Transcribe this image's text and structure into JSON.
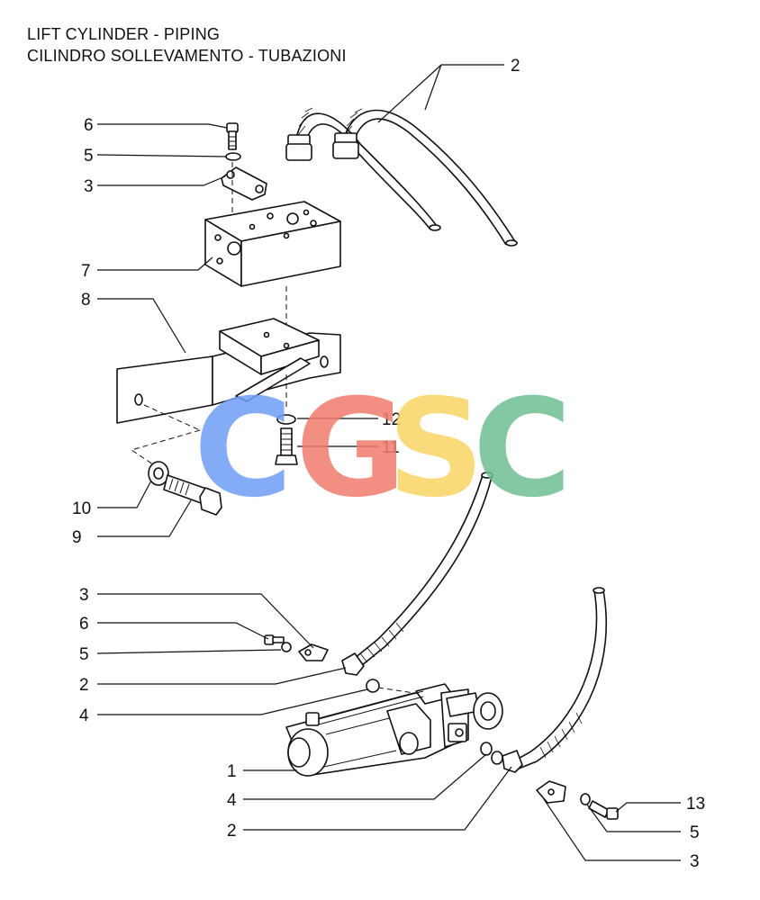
{
  "title": {
    "line1": "LIFT CYLINDER - PIPING",
    "line2": "CILINDRO SOLLEVAMENTO - TUBAZIONI"
  },
  "watermark": {
    "letters": [
      "C",
      "G",
      "S",
      "C"
    ],
    "colors": [
      "#6f9ef5",
      "#f07c6d",
      "#f8d565",
      "#6fbf94"
    ]
  },
  "callouts": [
    "2",
    "6",
    "5",
    "3",
    "7",
    "8",
    "12",
    "11",
    "10",
    "9",
    "3",
    "6",
    "5",
    "2",
    "4",
    "1",
    "4",
    "2",
    "13",
    "5",
    "3"
  ]
}
